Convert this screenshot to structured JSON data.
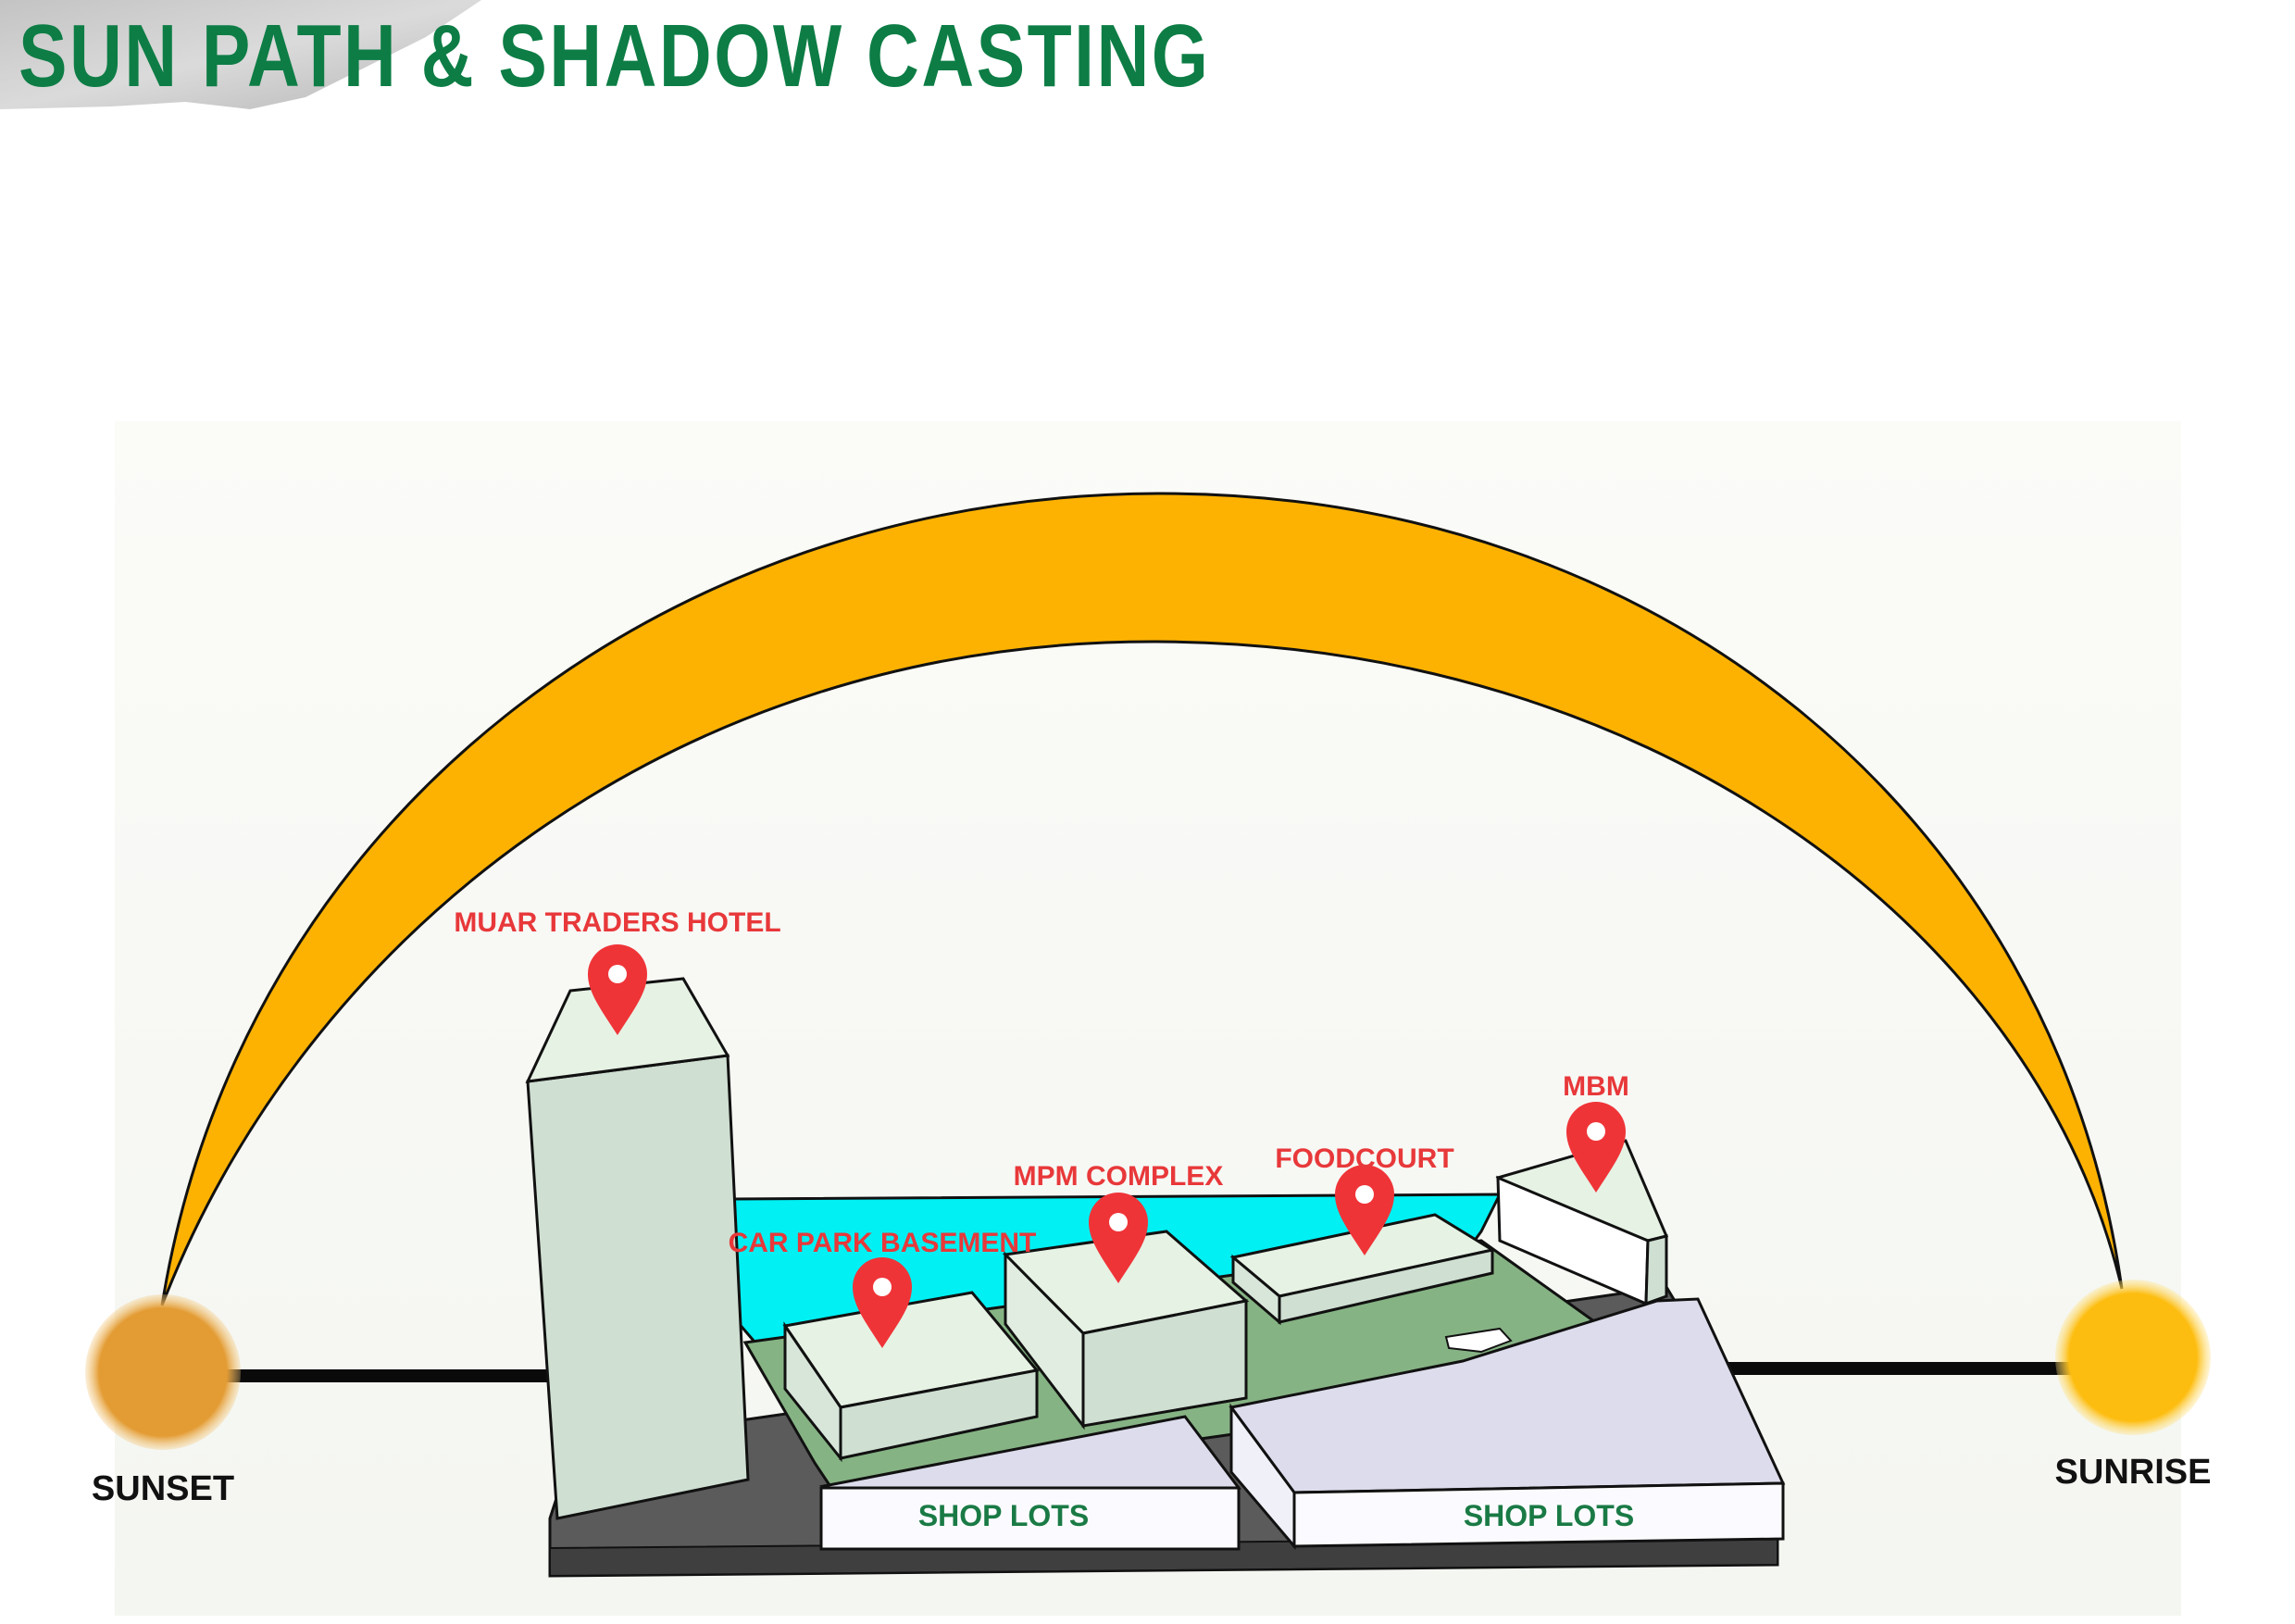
{
  "title": "SUN PATH & SHADOW CASTING",
  "sun_markers": {
    "sunset": "SUNSET",
    "sunrise": "SUNRISE"
  },
  "buildings": {
    "hotel": "MUAR TRADERS HOTEL",
    "car_park": "CAR PARK BASEMENT",
    "mpm": "MPM COMPLEX",
    "foodcourt": "FOODCOURT",
    "mbm": "MBM",
    "shop_lots_left": "SHOP LOTS",
    "shop_lots_right": "SHOP LOTS"
  },
  "colors": {
    "title": "#0d7d45",
    "sun_path": "#fdb202",
    "sunset_sun": "#e39b33",
    "sunrise_sun": "#fdbd10",
    "pin": "#ef3438",
    "water": "#00f0f3",
    "ground": "#86b384",
    "building_top": "#e6f2e4",
    "building_side": "#cfdfd2",
    "shop_roof": "#dcdcec",
    "base": "#5b5b5b"
  }
}
